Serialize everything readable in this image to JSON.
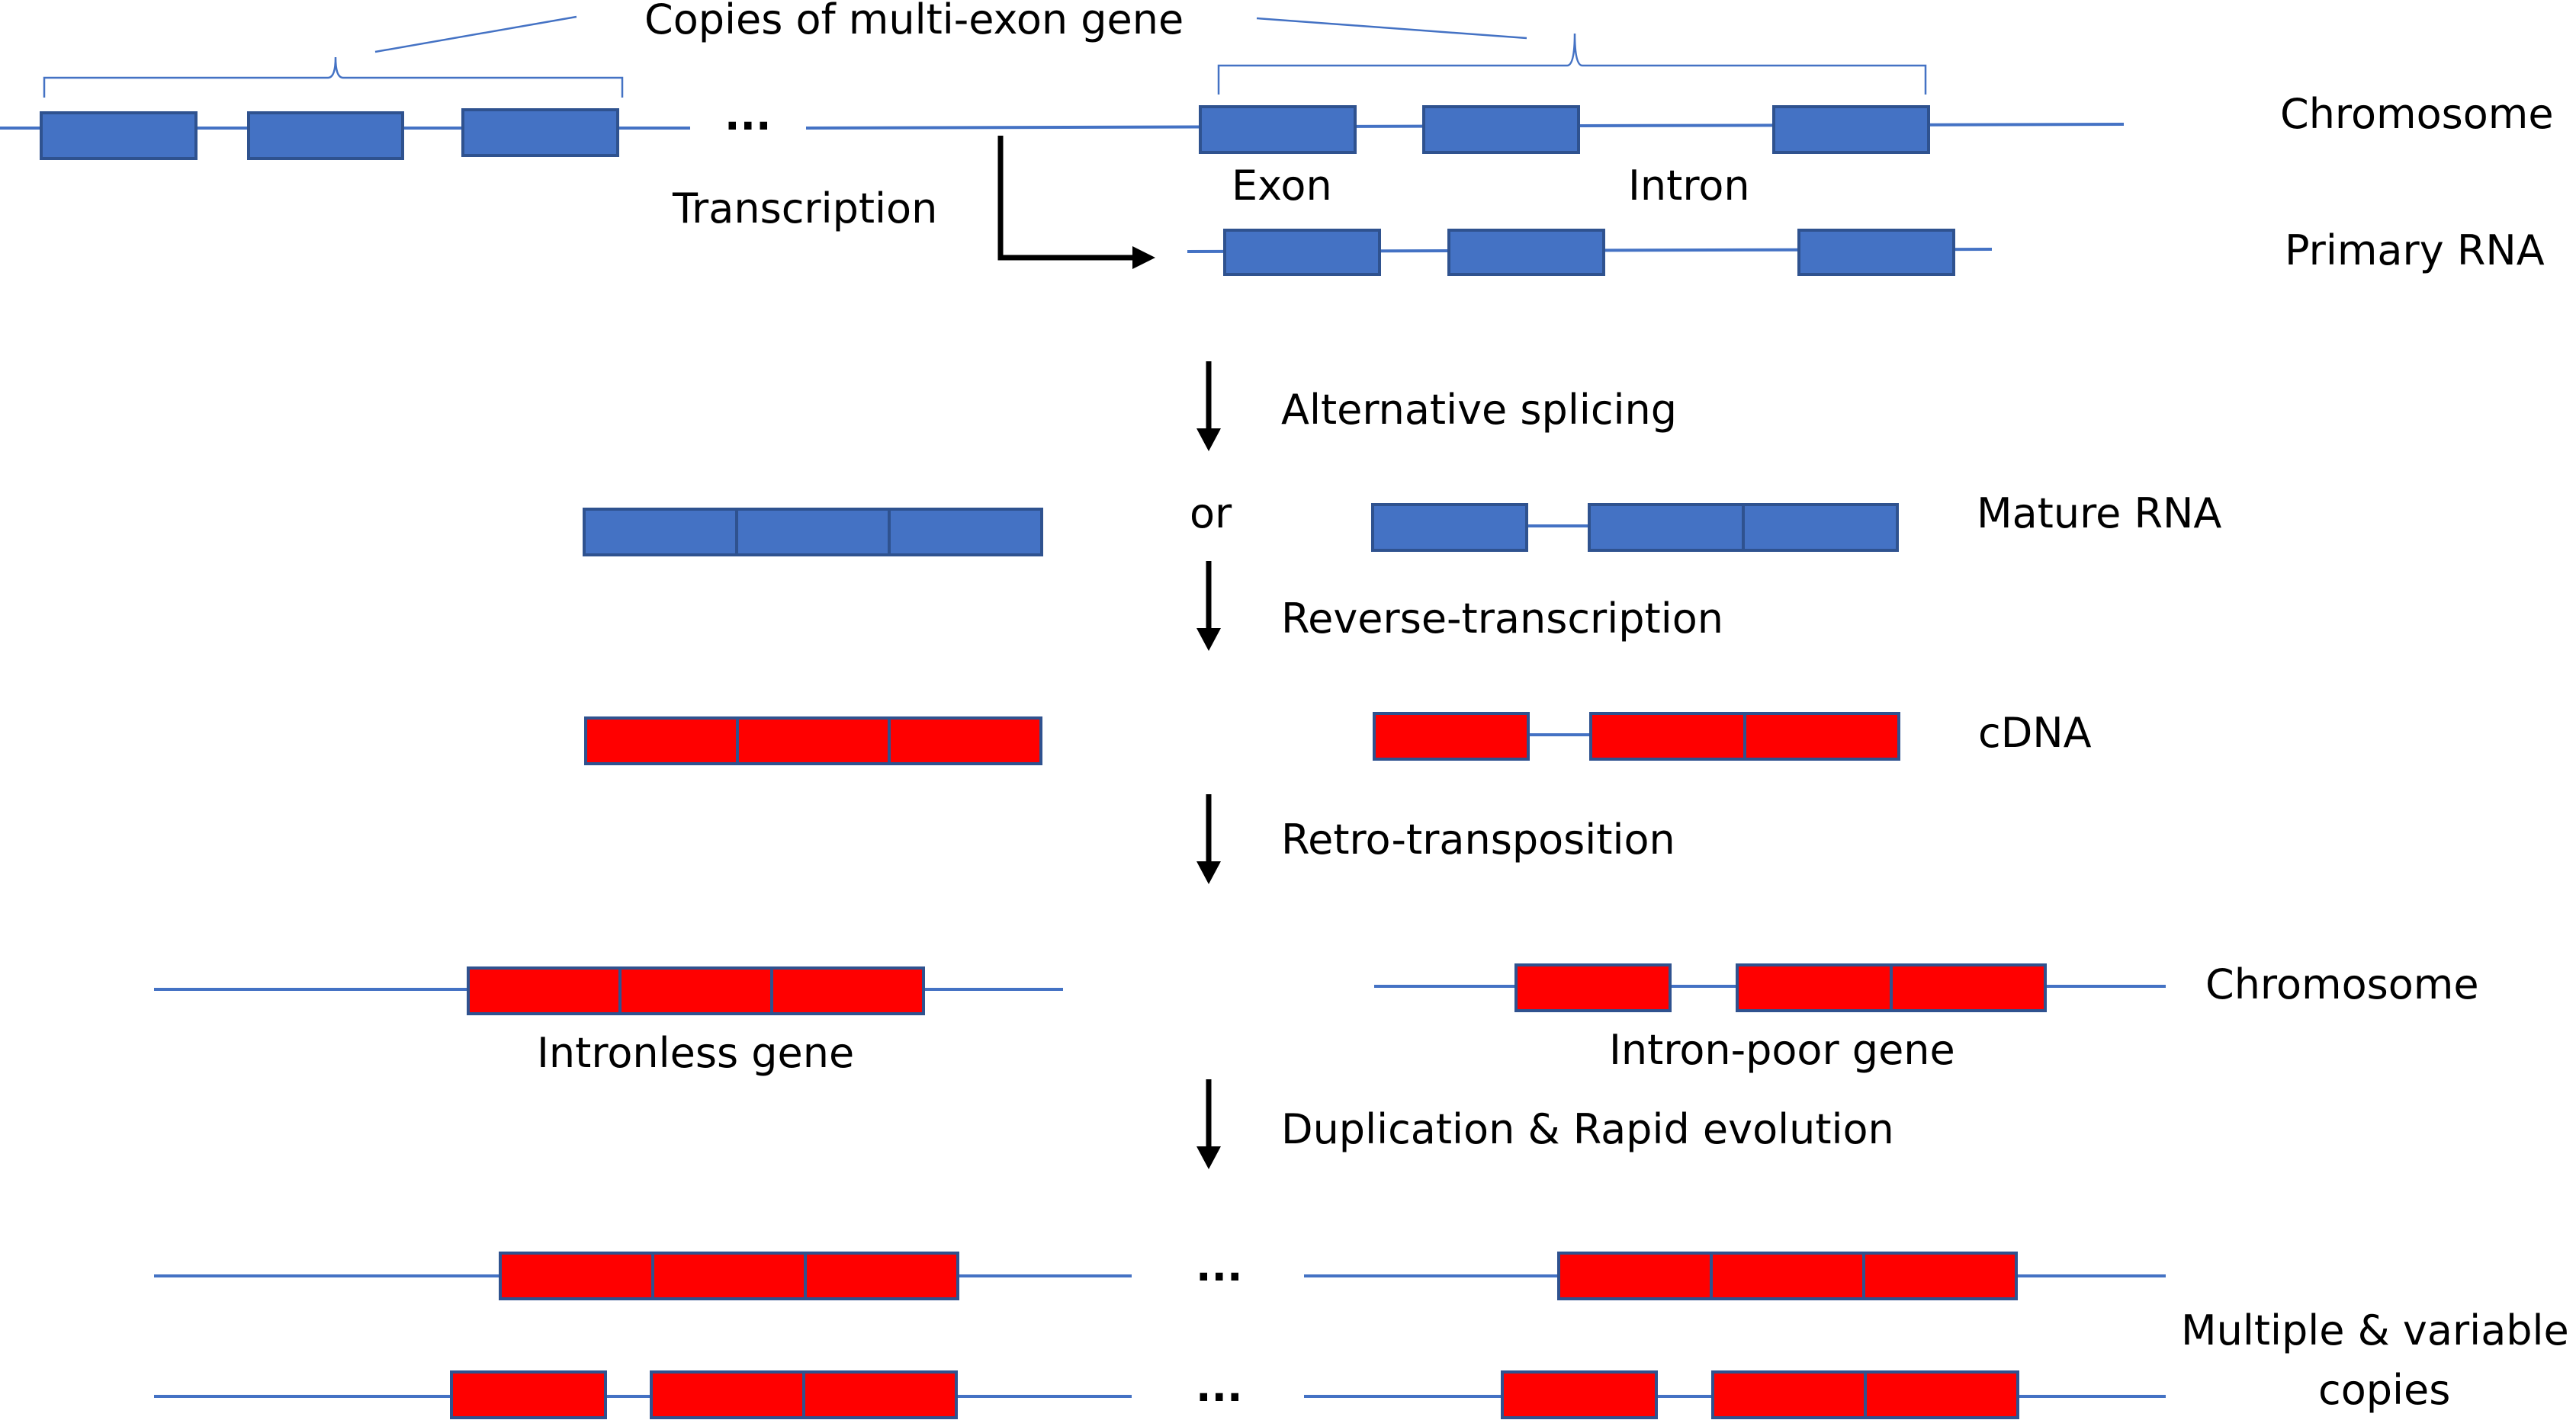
{
  "labels": {
    "copies_of_multi_exon_gene": "Copies of multi-exon gene",
    "chromosome_top": "Chromosome",
    "exon": "Exon",
    "intron": "Intron",
    "transcription": "Transcription",
    "primary_rna": "Primary RNA",
    "alternative_splicing": "Alternative splicing",
    "or": "or",
    "mature_rna": "Mature RNA",
    "reverse_transcription": "Reverse-transcription",
    "cdna": "cDNA",
    "retro_transposition": "Retro-transposition",
    "chromosome_mid": "Chromosome",
    "intronless_gene": "Intronless gene",
    "intron_poor_gene": "Intron-poor gene",
    "duplication_rapid_evolution": "Duplication & Rapid evolution",
    "multiple_variable": "Multiple & variable",
    "copies": "copies",
    "ellipsis_top": "...",
    "ellipsis_row1": "...",
    "ellipsis_row2": "..."
  },
  "colors": {
    "exon_blue": "#4472C4",
    "exon_red": "#FF0000",
    "line": "#4472C4",
    "text": "#000000"
  }
}
